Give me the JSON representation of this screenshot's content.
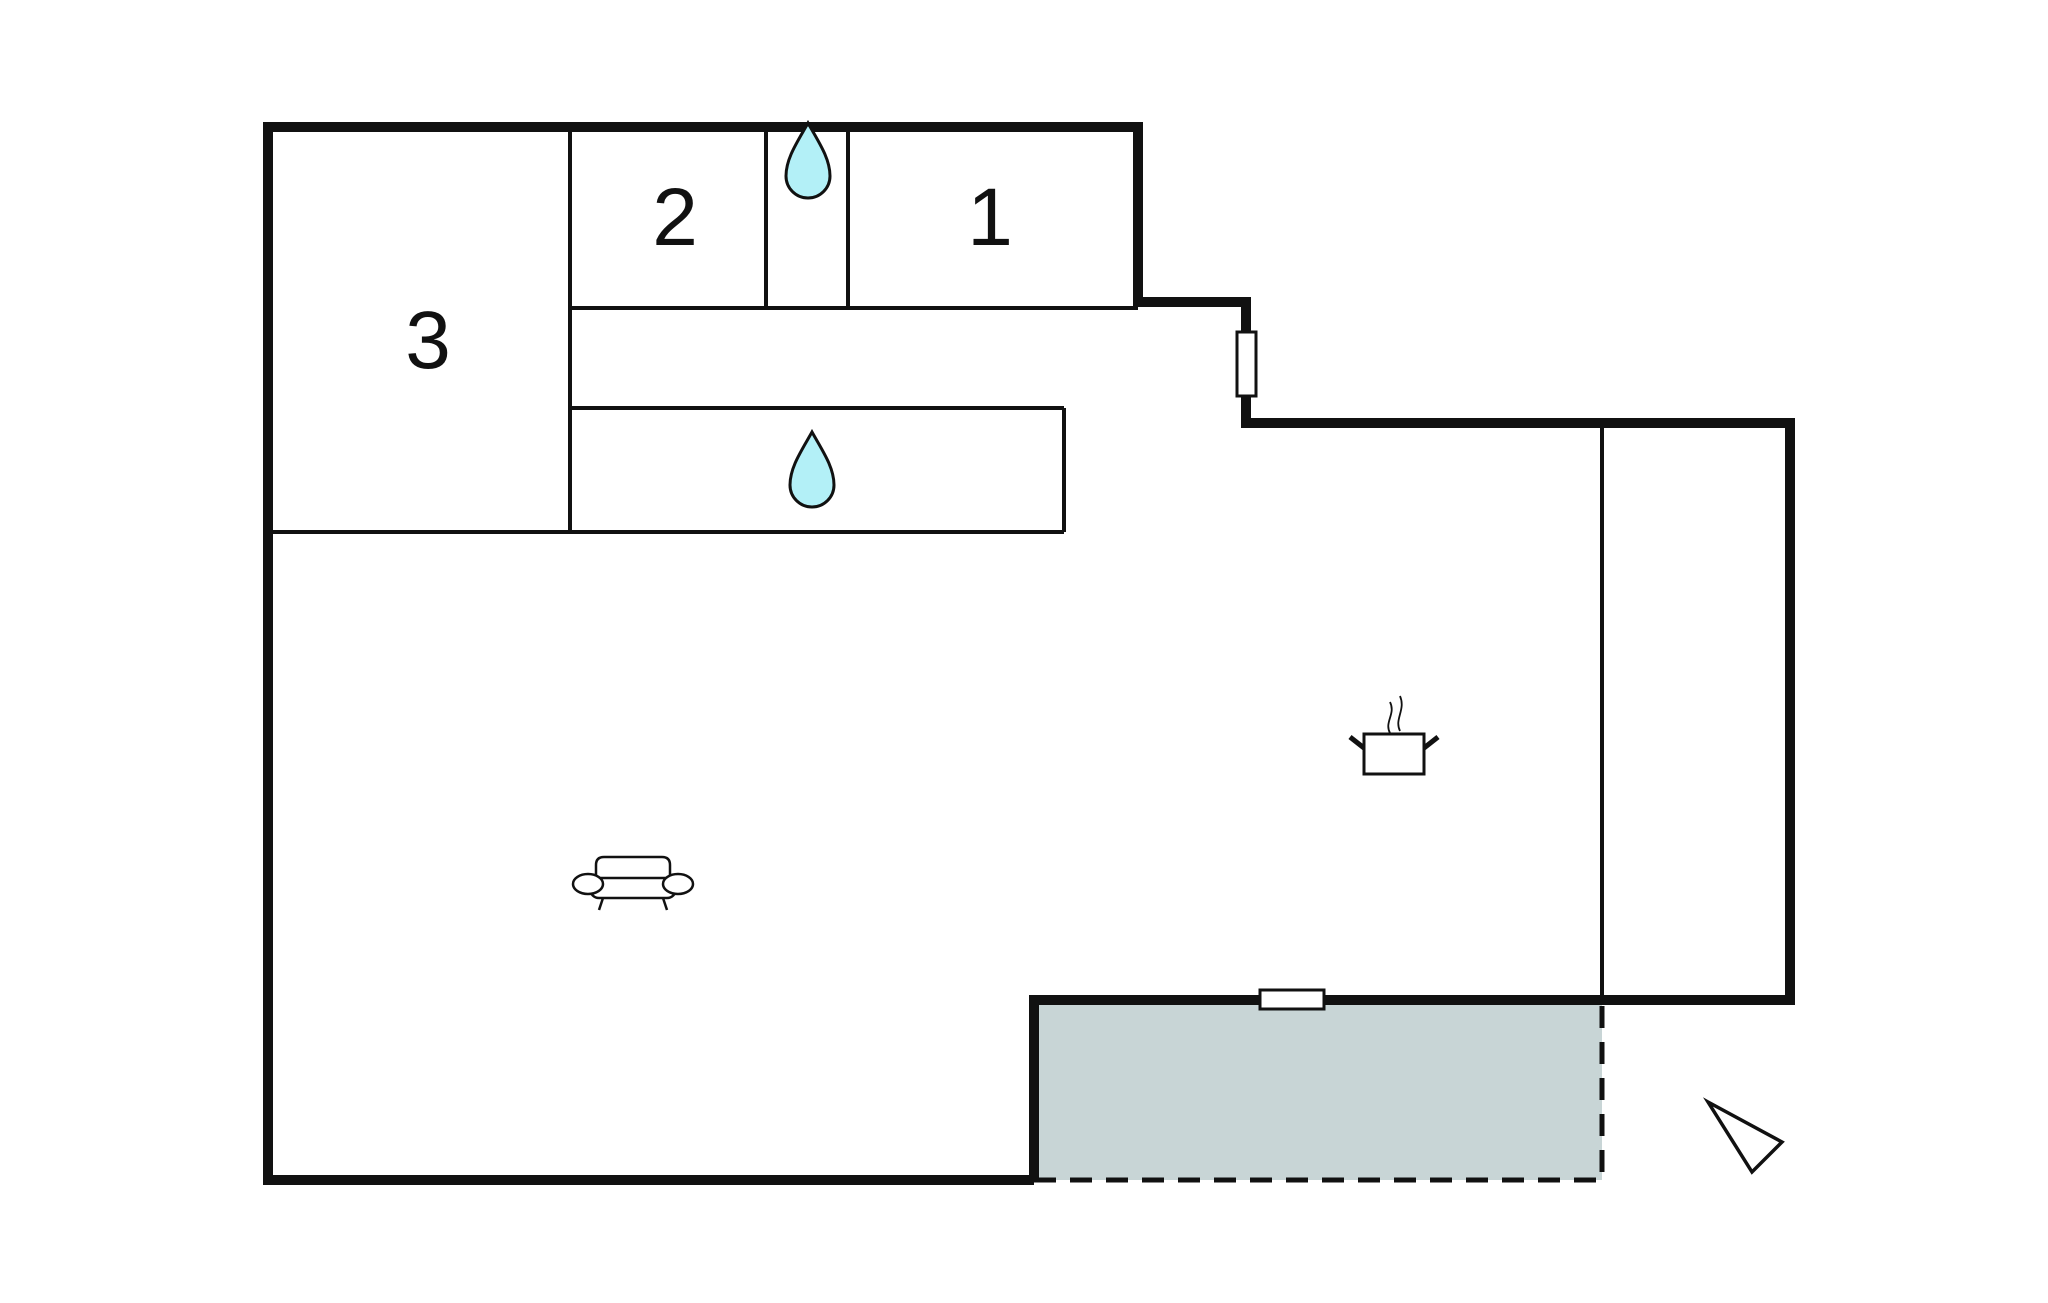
{
  "rooms": {
    "room_1": {
      "label": "1"
    },
    "room_2": {
      "label": "2"
    },
    "room_3": {
      "label": "3"
    }
  },
  "icons": {
    "bathroom_1": "water-drop-icon",
    "bathroom_2": "water-drop-icon",
    "living_room": "sofa-icon",
    "kitchen": "cooking-pot-icon",
    "entrance": "entrance-arrow-icon"
  },
  "colors": {
    "wall": "#111111",
    "water_drop": "#b3f0f7",
    "terrace": "#c8d5d6",
    "background": "#ffffff"
  }
}
